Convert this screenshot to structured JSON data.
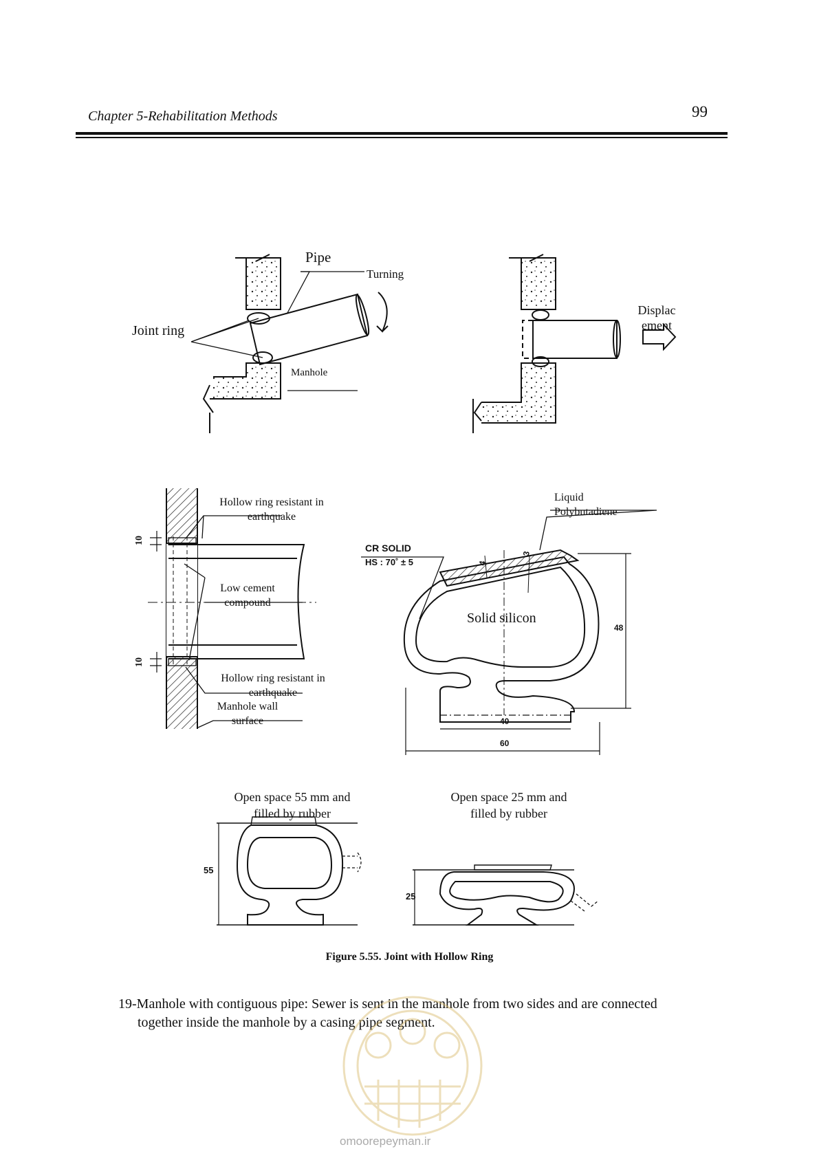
{
  "header": {
    "chapter": "Chapter 5-Rehabilitation Methods",
    "page_number": "99"
  },
  "figure": {
    "top": {
      "pipe": "Pipe",
      "turning": "Turning",
      "joint_ring": "Joint ring",
      "manhole": "Manhole",
      "displacement_1": "Displac",
      "displacement_2": "ement"
    },
    "middle_left": {
      "hollow_ring_top_1": "Hollow ring resistant in",
      "hollow_ring_top_2": "earthquake",
      "low_cement_1": "Low cement",
      "low_cement_2": "compound",
      "hollow_ring_bottom_1": "Hollow ring resistant in",
      "hollow_ring_bottom_2": "earthquake",
      "manhole_wall_1": "Manhole wall",
      "manhole_wall_2": "surface",
      "dim_top": "10",
      "dim_bottom": "10"
    },
    "middle_right": {
      "liquid_1": "Liquid",
      "liquid_2": "Polybutadiene",
      "cr_solid": "CR  SOLID",
      "hs": "HS : 70˚  ± 5",
      "solid_silicon": "Solid silicon",
      "dim_4": "4",
      "dim_3": "3",
      "dim_48": "48",
      "dim_40": "40",
      "dim_60": "60"
    },
    "bottom": {
      "open55_1": "Open space 55 mm and",
      "open55_2": "filled by rubber",
      "open25_1": "Open space 25 mm and",
      "open25_2": "filled by rubber",
      "dim_55": "55",
      "dim_25": "25"
    },
    "caption": "Figure 5.55. Joint with Hollow Ring"
  },
  "paragraph": {
    "line1": "19-Manhole with contiguous pipe: Sewer is sent in the manhole from two sides and are connected",
    "line2": "together inside the manhole by a casing pipe segment."
  },
  "watermark": {
    "site": "omoorepeyman.ir"
  }
}
